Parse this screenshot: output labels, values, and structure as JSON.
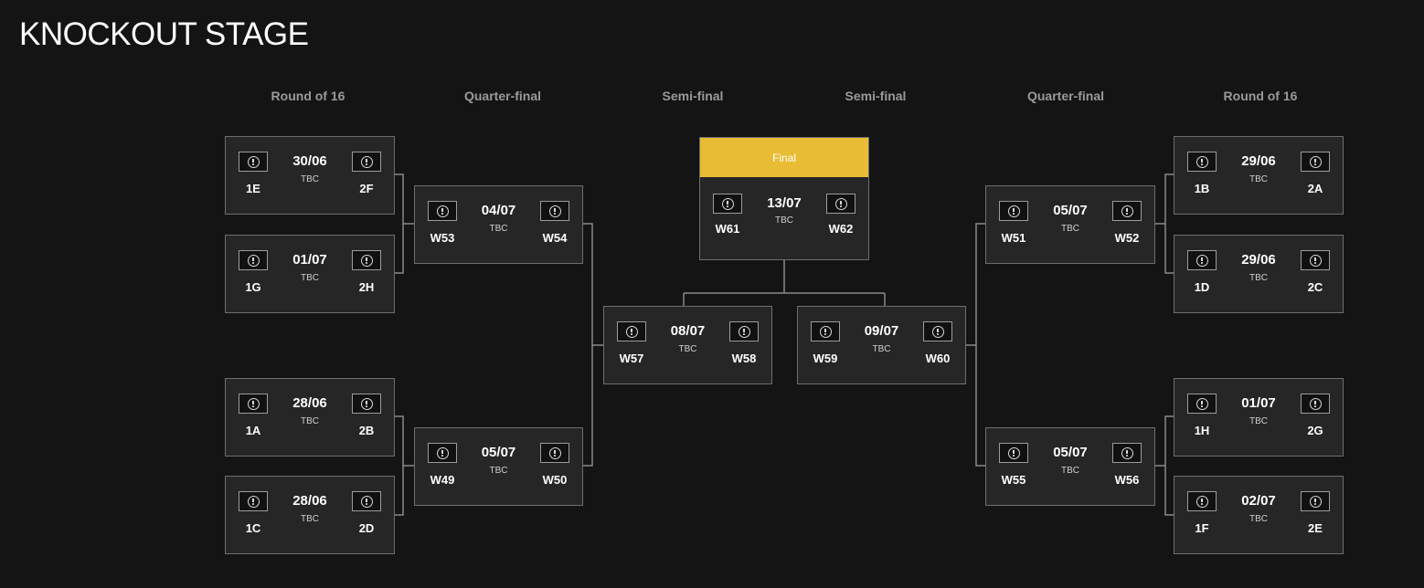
{
  "page": {
    "title": "KNOCKOUT STAGE"
  },
  "rounds": [
    "Round of 16",
    "Quarter-final",
    "Semi-final",
    "Semi-final",
    "Quarter-final",
    "Round of 16"
  ],
  "final_label": "Final",
  "tbc": "TBC",
  "icon": "alert-circle-icon",
  "colors": {
    "background": "#141414",
    "card": "#262626",
    "final_header": "#e8bc34",
    "round_label": "#9a9a9a"
  },
  "matches": {
    "r16_l1": {
      "date": "30/06",
      "home": "1E",
      "away": "2F"
    },
    "r16_l2": {
      "date": "01/07",
      "home": "1G",
      "away": "2H"
    },
    "r16_l3": {
      "date": "28/06",
      "home": "1A",
      "away": "2B"
    },
    "r16_l4": {
      "date": "28/06",
      "home": "1C",
      "away": "2D"
    },
    "qf_l1": {
      "date": "04/07",
      "home": "W53",
      "away": "W54"
    },
    "qf_l2": {
      "date": "05/07",
      "home": "W49",
      "away": "W50"
    },
    "sf_l": {
      "date": "08/07",
      "home": "W57",
      "away": "W58"
    },
    "final": {
      "date": "13/07",
      "home": "W61",
      "away": "W62"
    },
    "sf_r": {
      "date": "09/07",
      "home": "W59",
      "away": "W60"
    },
    "qf_r1": {
      "date": "05/07",
      "home": "W51",
      "away": "W52"
    },
    "qf_r2": {
      "date": "05/07",
      "home": "W55",
      "away": "W56"
    },
    "r16_r1": {
      "date": "29/06",
      "home": "1B",
      "away": "2A"
    },
    "r16_r2": {
      "date": "29/06",
      "home": "1D",
      "away": "2C"
    },
    "r16_r3": {
      "date": "01/07",
      "home": "1H",
      "away": "2G"
    },
    "r16_r4": {
      "date": "02/07",
      "home": "1F",
      "away": "2E"
    }
  }
}
